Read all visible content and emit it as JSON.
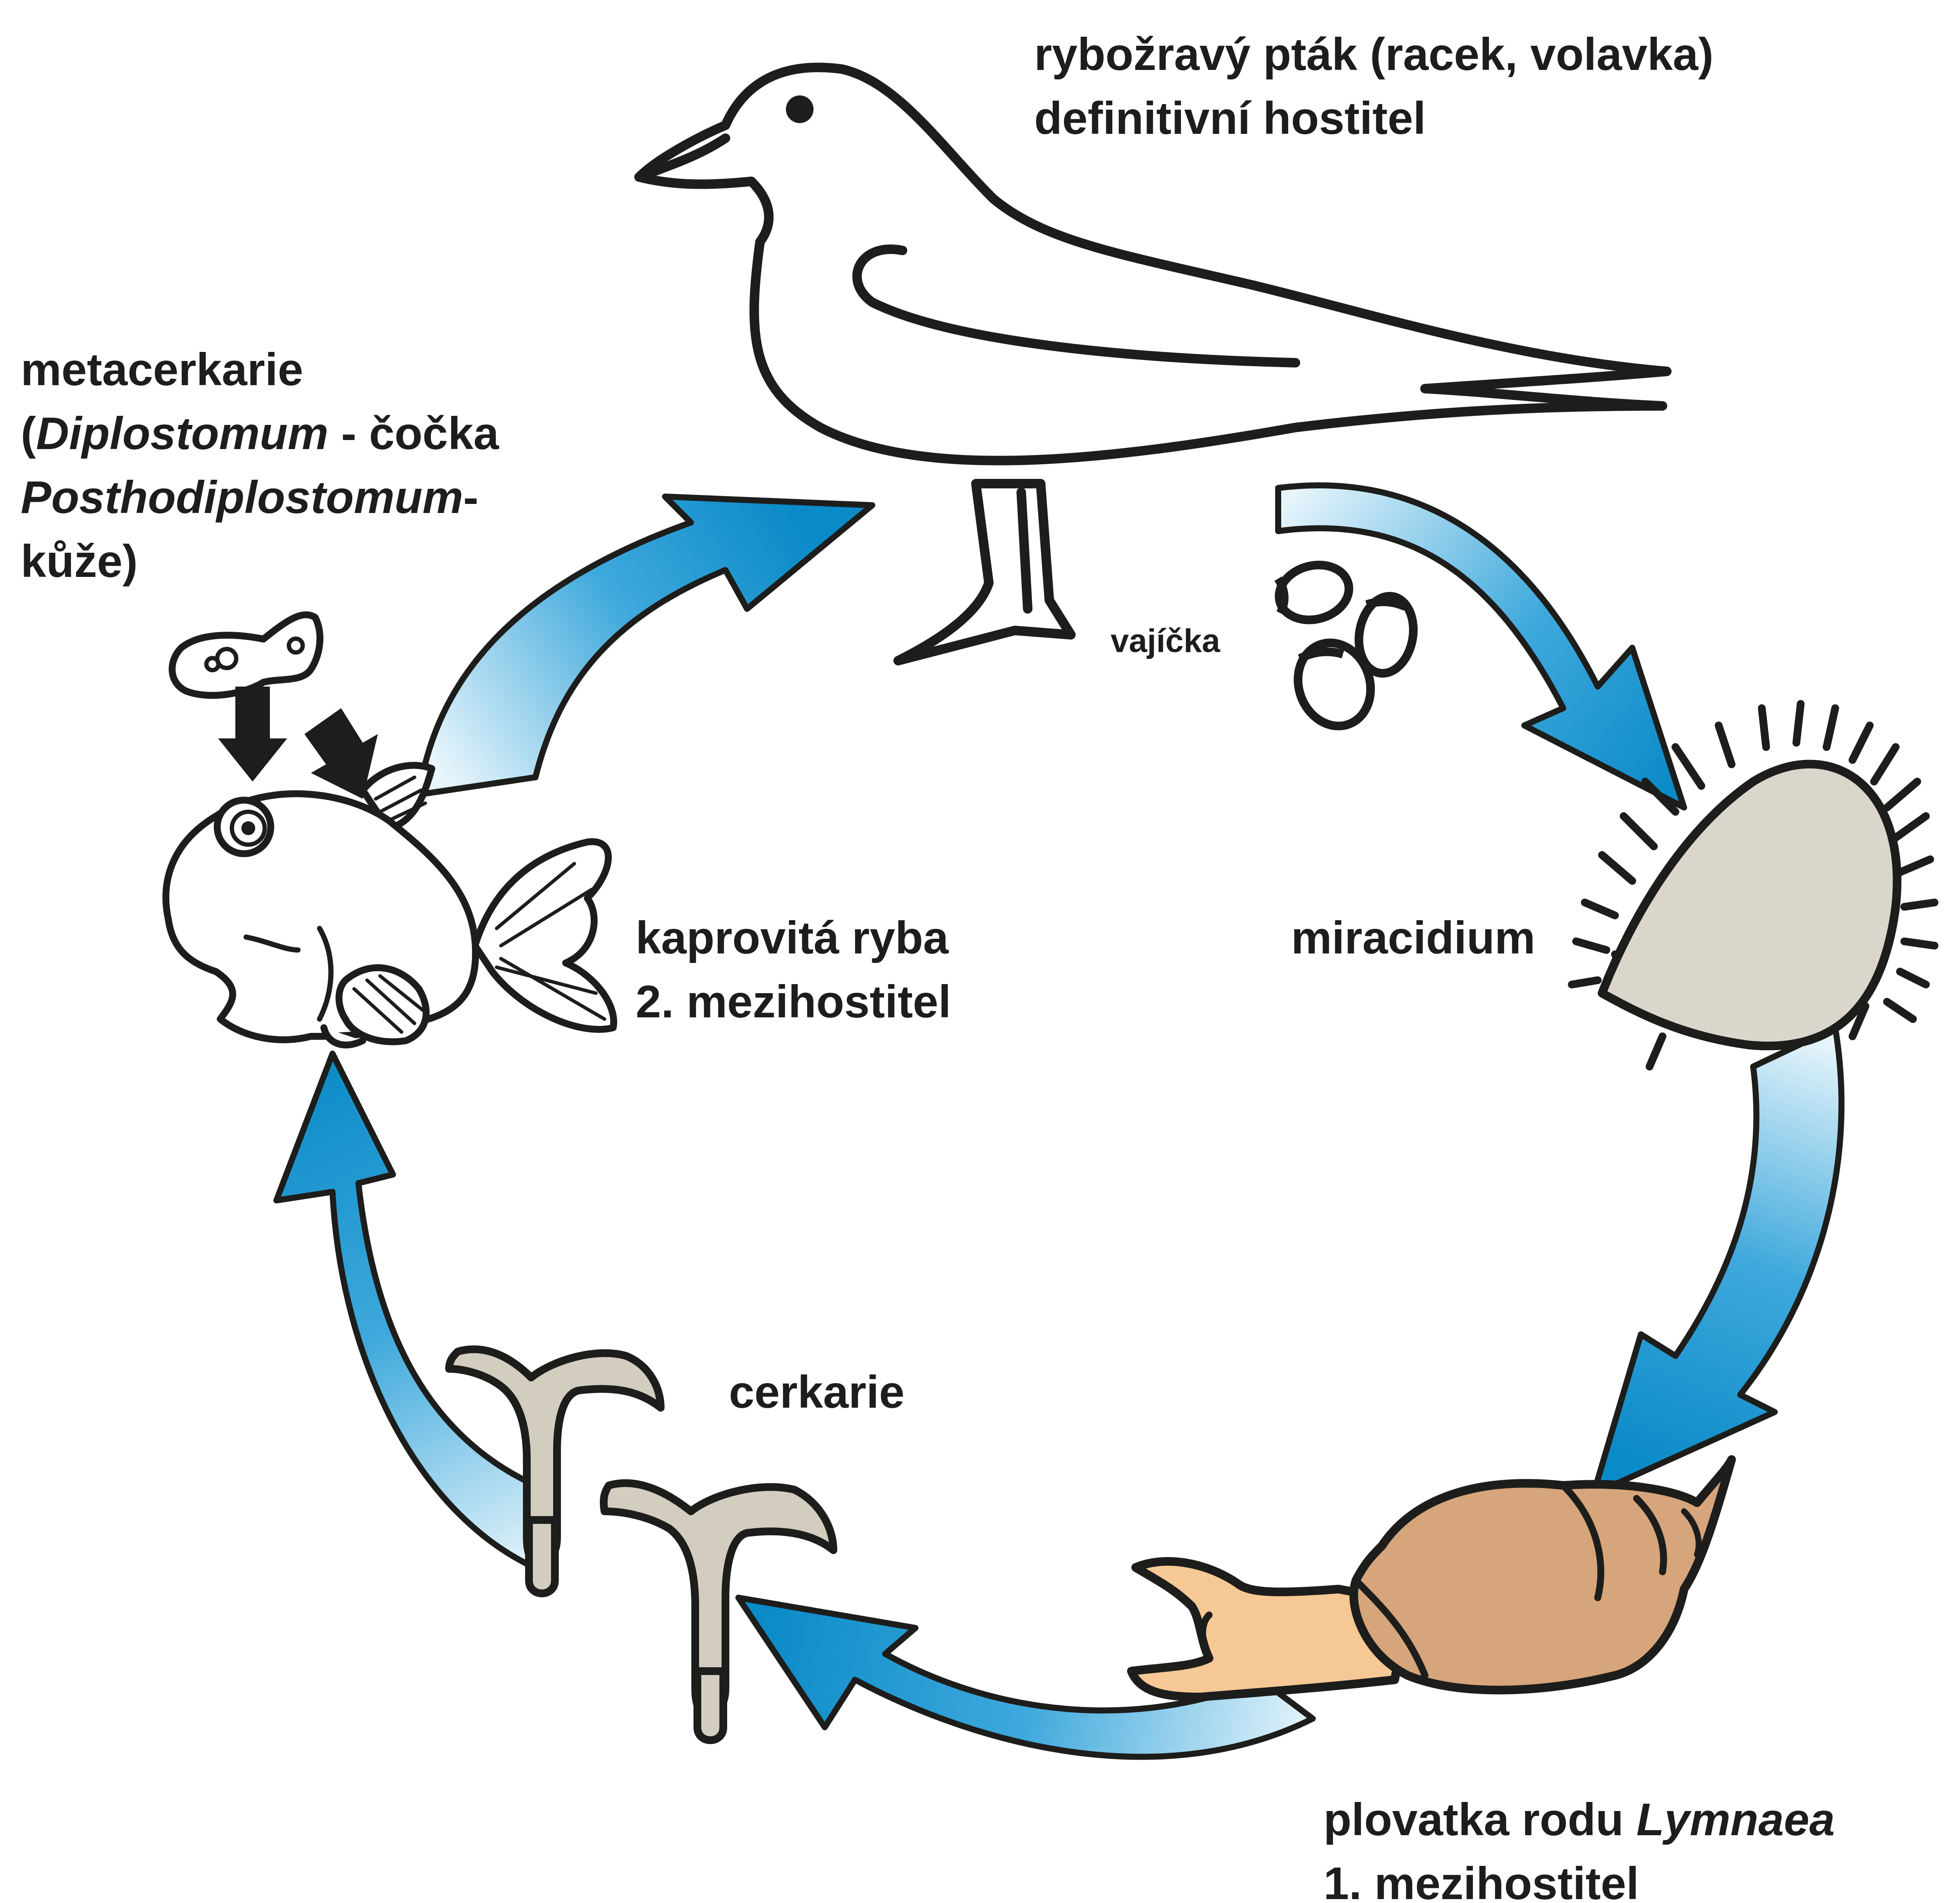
{
  "labels": {
    "bird_line1": "rybožravý pták (racek, volavka)",
    "bird_line2": "definitivní hostitel",
    "eggs": "vajíčka",
    "miracidium": "miracidium",
    "snail_prefix": "plovatka rodu ",
    "snail_genus": "Lymnaea",
    "snail_line2": "1. mezihostitel",
    "cercariae": "cerkarie",
    "fish_line1": "kaprovitá ryba",
    "fish_line2": "2. mezihostitel",
    "meta_line1": "metacerkarie",
    "meta_open": "(",
    "meta_genus1": "Diplostomum",
    "meta_part1": " - čočka",
    "meta_genus2": "Posthodiplostomum",
    "meta_dash": "-",
    "meta_line4": "kůže)"
  },
  "colors": {
    "arrow_dark": "#0a8ac7",
    "arrow_light": "#d4edf8",
    "outline": "#1d1d1b",
    "miracidium_fill": "#dbd6cb",
    "snail_shell": "#d6a57c",
    "snail_body": "#f5c896",
    "cercaria_fill": "#d3cdbf"
  },
  "icons": [
    "bird-icon",
    "eggs-icon",
    "miracidium-icon",
    "snail-icon",
    "cercaria-icon",
    "fish-icon",
    "metacercaria-icon",
    "pointer-arrow-icon"
  ]
}
